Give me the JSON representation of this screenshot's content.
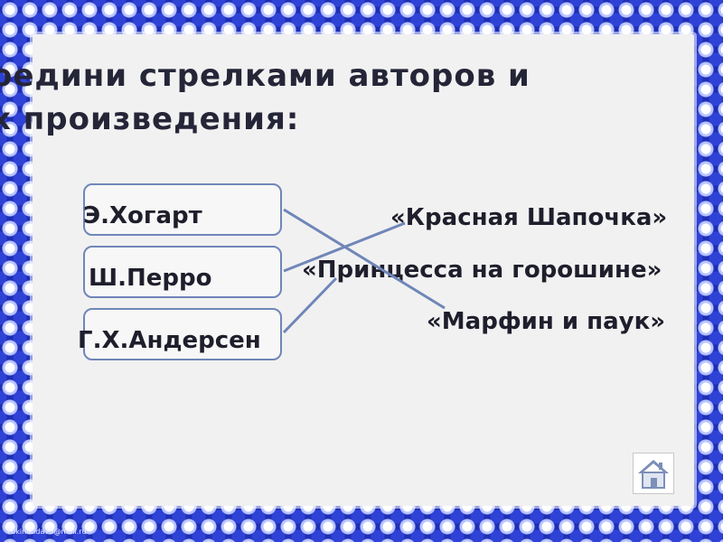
{
  "slide": {
    "title_line1": "оедини стрелками авторов и",
    "title_line2": "х произведения:"
  },
  "authors": [
    {
      "label": "Э.Хогарт"
    },
    {
      "label": "Ш.Перро"
    },
    {
      "label": "Г.Х.Андерсен"
    }
  ],
  "works": [
    {
      "label": "«Красная Шапочка»"
    },
    {
      "label": "«Принцесса на горошине»"
    },
    {
      "label": "«Марфин и паук»"
    }
  ],
  "home_button": {
    "icon": "home-icon"
  },
  "footer": {
    "credit": "Fokinatida75@mail.ru"
  },
  "colors": {
    "border_blue": "#2a3ec8",
    "panel": "#f1f1f1",
    "box_border": "#6f86b8",
    "text": "#1e1e2c"
  }
}
